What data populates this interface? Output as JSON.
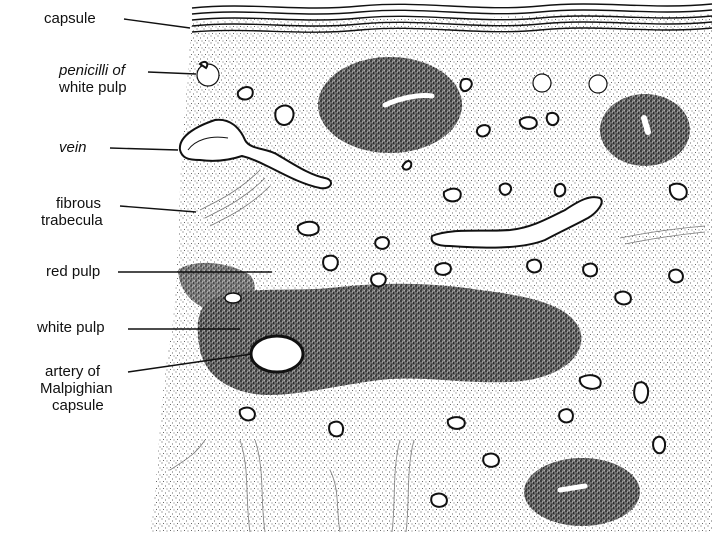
{
  "labels": {
    "capsule": "capsule",
    "penicilli_line1": "penicilli of",
    "penicilli_line2": "white pulp",
    "vein": "vein",
    "fibrous_line1": "fibrous",
    "fibrous_line2": "trabecula",
    "red_pulp": "red pulp",
    "white_pulp": "white pulp",
    "artery_line1": "artery of",
    "artery_line2": "Malpighian",
    "artery_line3": "capsule"
  },
  "colors": {
    "ink": "#111111",
    "paper": "#ffffff",
    "stipple": "#333333",
    "dense_tissue": "#2a2a2a"
  }
}
